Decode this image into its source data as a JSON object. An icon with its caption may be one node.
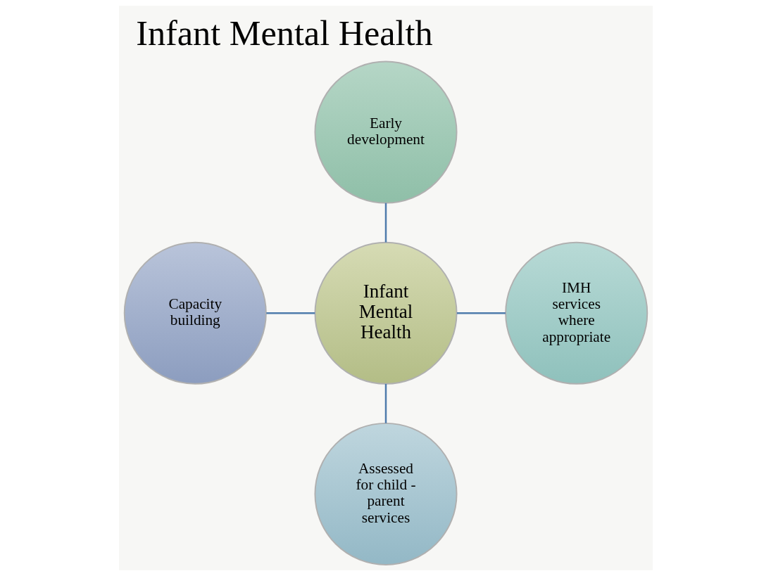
{
  "diagram": {
    "title": "Infant Mental Health",
    "nodes": [
      {
        "text": [
          "Early development"
        ]
      },
      {
        "text": [
          "Capacity building"
        ]
      },
      {
        "text": [
          "Infant Mental Health"
        ]
      },
      {
        "text": [
          "IMH services where appropriate"
        ]
      },
      {
        "text": [
          "Assessed for child - parent services"
        ]
      }
    ],
    "edges": [
      {
        "from": 0,
        "to": 2,
        "arrow": "none"
      },
      {
        "from": 1,
        "to": 2,
        "arrow": "none"
      },
      {
        "from": 2,
        "to": 3,
        "arrow": "none"
      },
      {
        "from": 2,
        "to": 4,
        "arrow": "none"
      }
    ]
  }
}
